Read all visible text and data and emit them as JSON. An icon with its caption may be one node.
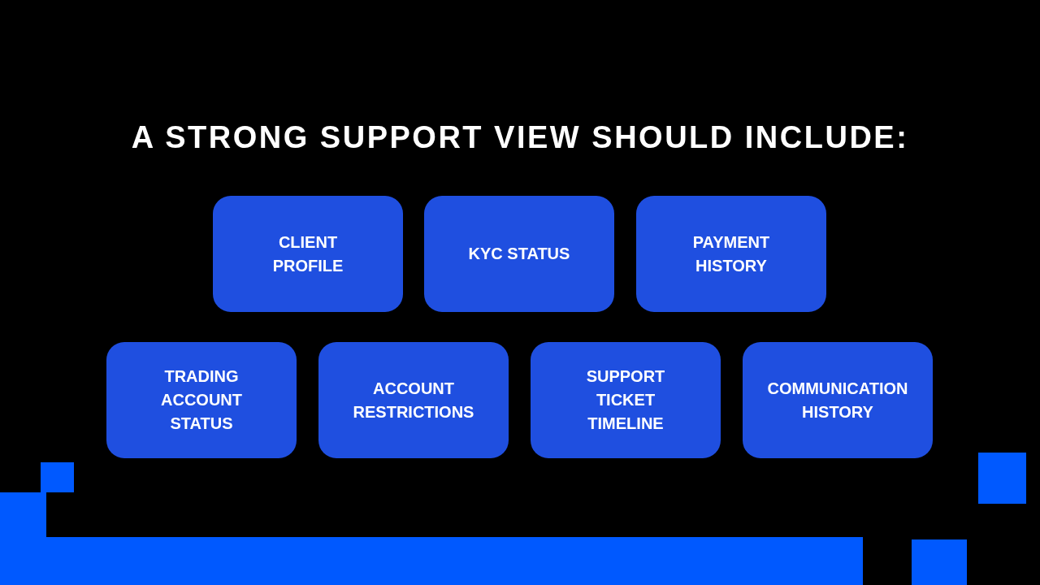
{
  "diagram": {
    "title": "A STRONG SUPPORT VIEW SHOULD INCLUDE:",
    "nodes": [
      {
        "text": [
          "CLIENT PROFILE"
        ]
      },
      {
        "text": [
          "KYC STATUS"
        ]
      },
      {
        "text": [
          "PAYMENT HISTORY"
        ]
      },
      {
        "text": [
          "TRADING ACCOUNT STATUS"
        ]
      },
      {
        "text": [
          "ACCOUNT RESTRICTIONS"
        ]
      },
      {
        "text": [
          "SUPPORT TICKET TIMELINE"
        ]
      },
      {
        "text": [
          "COMMUNICATION HISTORY"
        ]
      }
    ]
  }
}
